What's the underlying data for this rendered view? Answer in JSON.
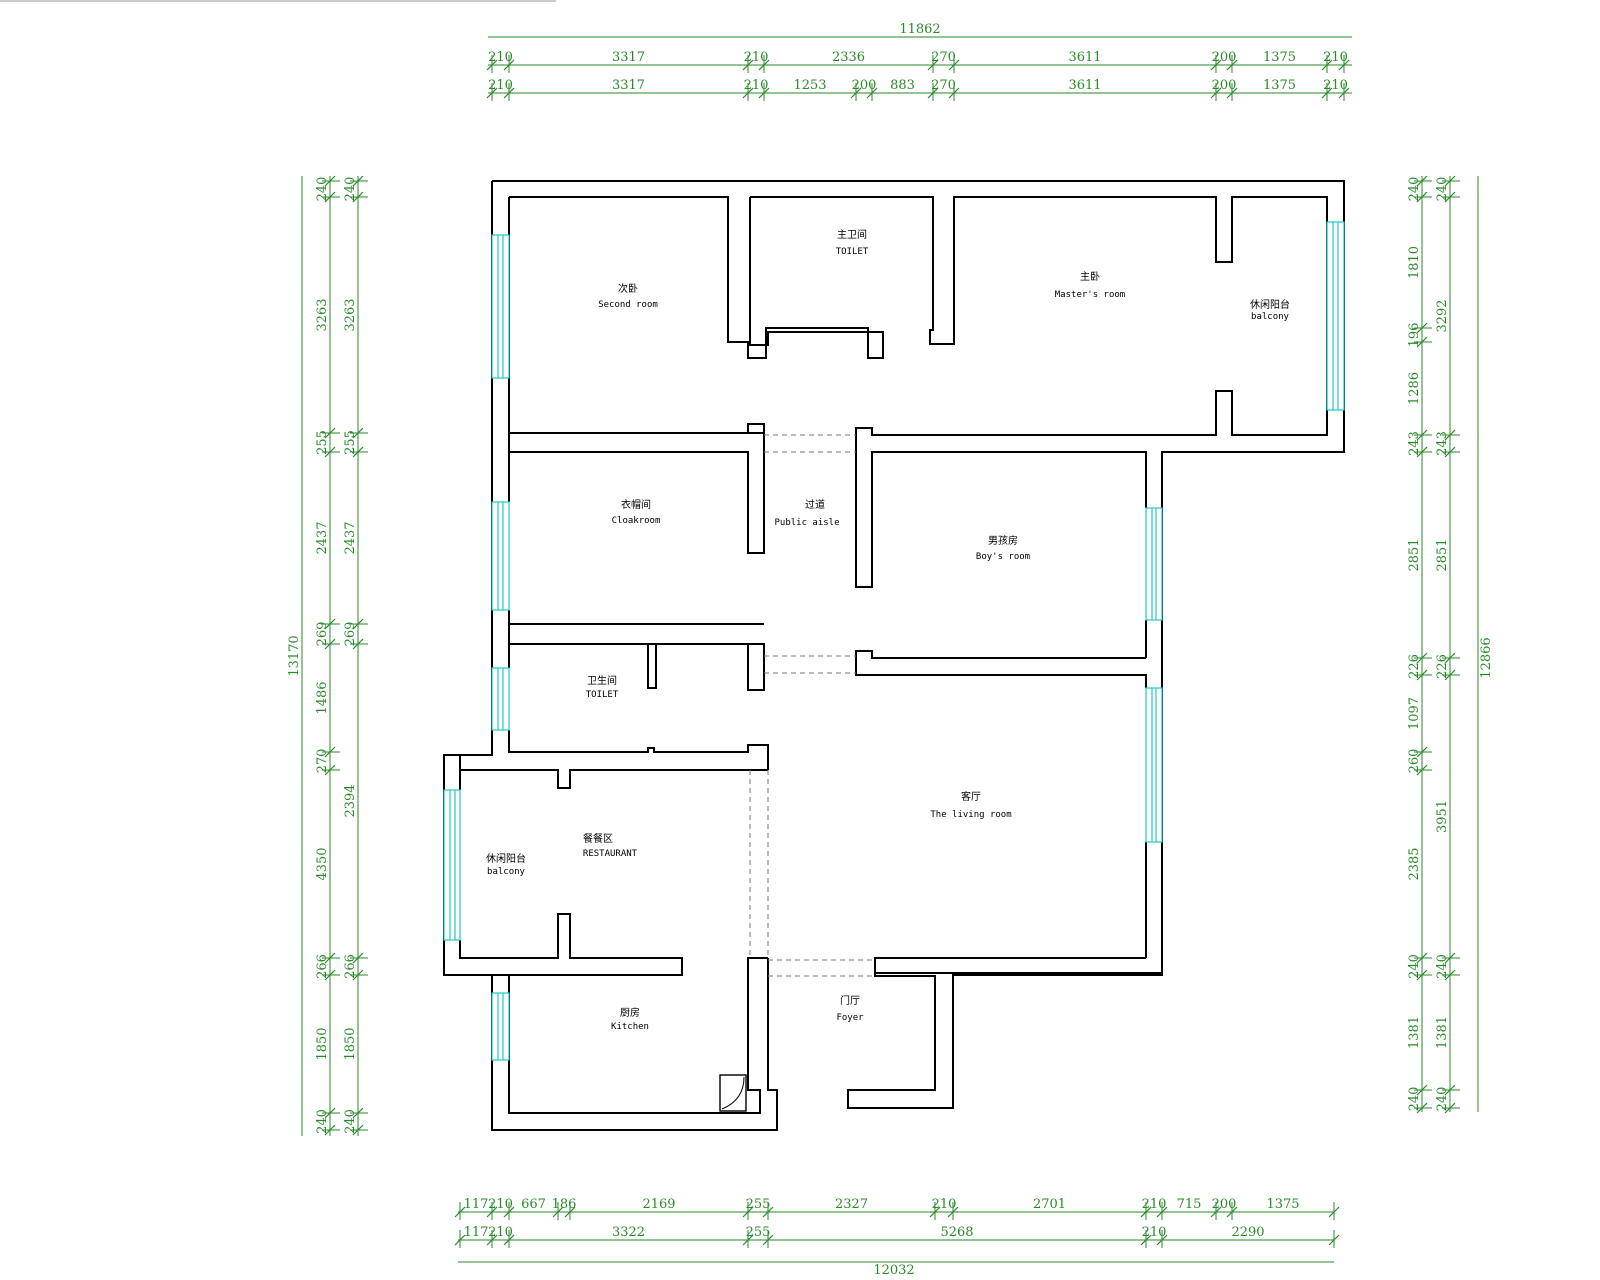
{
  "colors": {
    "wall": "#000000",
    "window": "#20c8c8",
    "dimension": "#2a8a2a",
    "background": "#ffffff"
  },
  "rooms": {
    "second_room": {
      "zh": "次卧",
      "en": "Second room"
    },
    "toilet_top": {
      "zh": "主卫间",
      "en": "TOILET"
    },
    "master_room": {
      "zh": "主卧",
      "en": "Master's room"
    },
    "balcony_right": {
      "zh": "休闲阳台",
      "en": "balcony"
    },
    "cloakroom": {
      "zh": "衣帽间",
      "en": "Cloakroom"
    },
    "public_aisle": {
      "zh": "过道",
      "en": "Public aisle"
    },
    "boys_room": {
      "zh": "男孩房",
      "en": "Boy's room"
    },
    "toilet_mid": {
      "zh": "卫生间",
      "en": "TOILET"
    },
    "living_room": {
      "zh": "客厅",
      "en": "The living room"
    },
    "restaurant": {
      "zh": "餐餐区",
      "en": "RESTAURANT"
    },
    "balcony_left": {
      "zh": "休闲阳台",
      "en": "balcony"
    },
    "kitchen": {
      "zh": "厨房",
      "en": "Kitchen"
    },
    "foyer": {
      "zh": "门厅",
      "en": "Foyer"
    }
  },
  "dimensions": {
    "top_total": "11862",
    "top_row1": [
      "210",
      "3317",
      "210",
      "2336",
      "270",
      "3611",
      "200",
      "1375",
      "210"
    ],
    "top_row2": [
      "210",
      "3317",
      "210",
      "1253",
      "200",
      "883",
      "270",
      "3611",
      "200",
      "1375",
      "210"
    ],
    "bottom_total": "12032",
    "bottom_row1": [
      "117",
      "210",
      "667",
      "186",
      "2169",
      "255",
      "2327",
      "210",
      "2701",
      "210",
      "715",
      "200",
      "1375"
    ],
    "bottom_row2": [
      "117",
      "210",
      "3322",
      "255",
      "5268",
      "210",
      "2290"
    ],
    "left_total": "13170",
    "left_outer": [
      "240",
      "3263",
      "255",
      "2437",
      "269",
      "1486",
      "270",
      "4350",
      "266",
      "1850",
      "240"
    ],
    "left_inner": [
      "240",
      "3263",
      "255",
      "2437",
      "269",
      "2394",
      "266",
      "1850",
      "240"
    ],
    "right_total": "12866",
    "right_inner": [
      "240",
      "1810",
      "196",
      "1286",
      "243",
      "2851",
      "226",
      "1097",
      "260",
      "2385",
      "240",
      "1381",
      "240"
    ],
    "right_outer": [
      "240",
      "3292",
      "243",
      "2851",
      "226",
      "3951",
      "240",
      "1381",
      "240"
    ]
  }
}
